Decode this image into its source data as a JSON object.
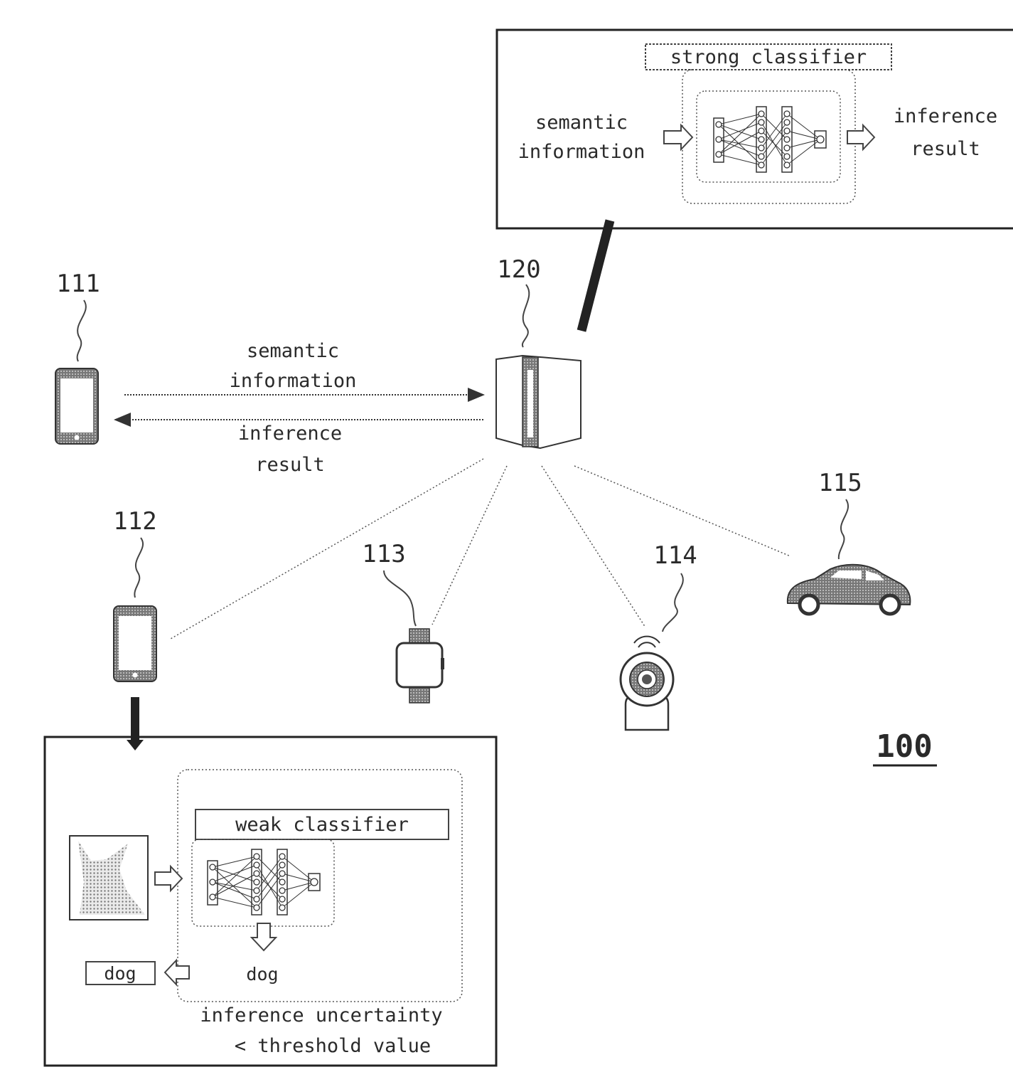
{
  "figure_number": "100",
  "server": {
    "ref": "120"
  },
  "strong_panel": {
    "classifier_title": "strong classifier",
    "input_line1": "semantic",
    "input_line2": "information",
    "output_line1": "inference",
    "output_line2": "result"
  },
  "link_111": {
    "up_line1": "semantic",
    "up_line2": "information",
    "down_line1": "inference",
    "down_line2": "result"
  },
  "devices": {
    "d111": "111",
    "d112": "112",
    "d113": "113",
    "d114": "114",
    "d115": "115"
  },
  "weak_panel": {
    "classifier_title": "weak classifier",
    "output_label": "dog",
    "result_label": "dog",
    "caption_line1": "inference uncertainty",
    "caption_line2": "< threshold value"
  }
}
